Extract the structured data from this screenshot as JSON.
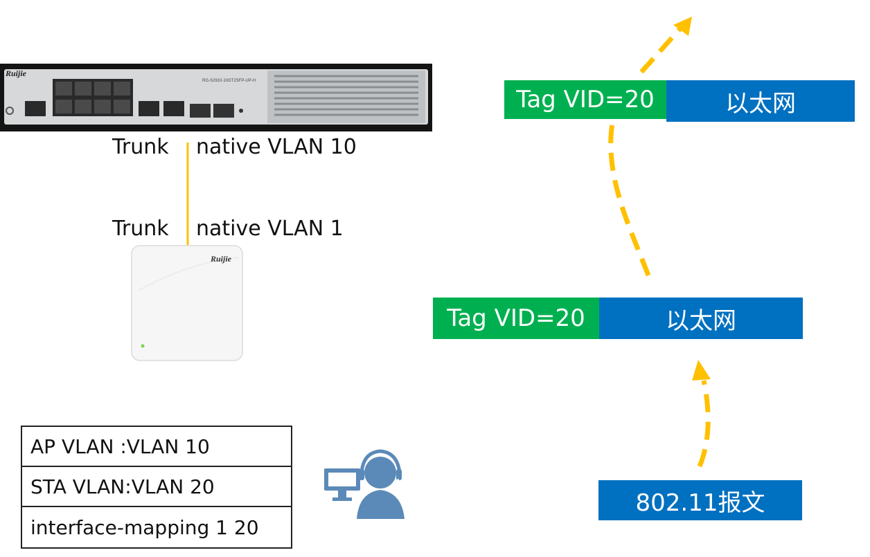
{
  "switch": {
    "brand": "Ruijie",
    "model": "RG-S2910-10GT2SFP-UP-H"
  },
  "ap": {
    "brand": "Ruijie"
  },
  "uplink": {
    "switch_side_mode": "Trunk",
    "switch_side_native": "native VLAN 10",
    "ap_side_mode": "Trunk",
    "ap_side_native": "native VLAN 1"
  },
  "frames": {
    "upper": {
      "tag": "Tag VID=20",
      "payload": "以太网"
    },
    "lower": {
      "tag": "Tag VID=20",
      "payload": "以太网"
    },
    "wireless": {
      "payload": "802.11报文"
    }
  },
  "config": {
    "rows": [
      "AP VLAN :VLAN 10",
      "STA VLAN:VLAN 20",
      "interface-mapping 1 20"
    ]
  },
  "colors": {
    "tag": "#00b050",
    "ethernet": "#0070c0",
    "arrow": "#ffc000",
    "cable": "#ffc000"
  }
}
